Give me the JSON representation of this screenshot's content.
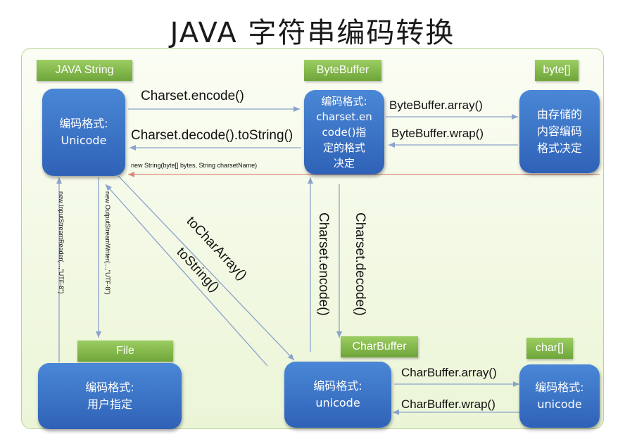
{
  "title": "JAVA  字符串编码转换",
  "tags": {
    "java_string": "JAVA String",
    "bytebuffer": "ByteBuffer",
    "byte_array": "byte[]",
    "file": "File",
    "charbuffer": "CharBuffer",
    "char_array": "char[]"
  },
  "boxes": {
    "unicode_top": "编码格式:\nUnicode",
    "bytebuffer": "编码格式:\ncharset.en\ncode()指\n定的格式\n决定",
    "byte_array": "由存储的\n内容编码\n格式决定",
    "file": "编码格式:\n用户指定",
    "charbuffer": "编码格式:\nunicode",
    "char_array": "编码格式:\nunicode"
  },
  "labels": {
    "charset_encode": "Charset.encode()",
    "charset_decode_tostring": "Charset.decode().toString()",
    "new_string": "new String(byte[] bytes, String charsetName)",
    "bytebuffer_array": "ByteBuffer.array()",
    "bytebuffer_wrap": "ByteBuffer.wrap()",
    "input_stream_reader": "new InputStreamReader(...,\"UTF-8\")",
    "output_stream_writer": "new OutputStreamWriter(...,\"UTF-8\")",
    "to_char_array": "toCharArray()",
    "to_string": "toString()",
    "v_charset_encode": "Charset.encode()",
    "v_charset_decode": "Charset.decode()",
    "charbuffer_array": "CharBuffer.array()",
    "charbuffer_wrap": "CharBuffer.wrap()"
  },
  "colors": {
    "arrow": "#8aa2cc",
    "arrow_red": "#d98a7a",
    "box_top": "#4a87d6",
    "box_bottom": "#2f62b7",
    "tag_top": "#9ccd62",
    "tag_bottom": "#6ea53a"
  }
}
